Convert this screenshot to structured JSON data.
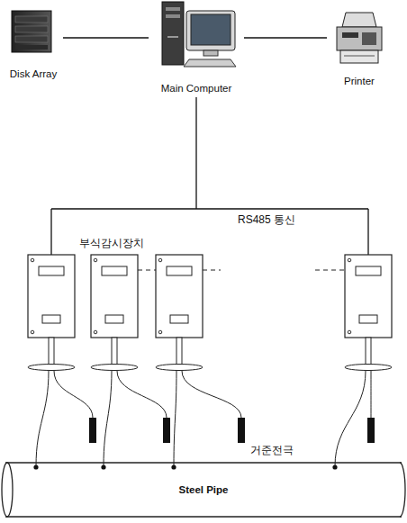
{
  "diagram": {
    "nodes": [
      {
        "text": [
          "Disk Array"
        ]
      },
      {
        "text": [
          "Main Computer"
        ]
      },
      {
        "text": [
          "Printer"
        ]
      },
      {
        "text": [
          "Steel Pipe"
        ]
      }
    ],
    "edges": [
      {
        "from": 0,
        "to": 1,
        "arrow": "none"
      },
      {
        "from": 1,
        "to": 2,
        "arrow": "none"
      }
    ],
    "labels": [
      "RS485 통신",
      "부식감시장치",
      "거준전극"
    ]
  }
}
